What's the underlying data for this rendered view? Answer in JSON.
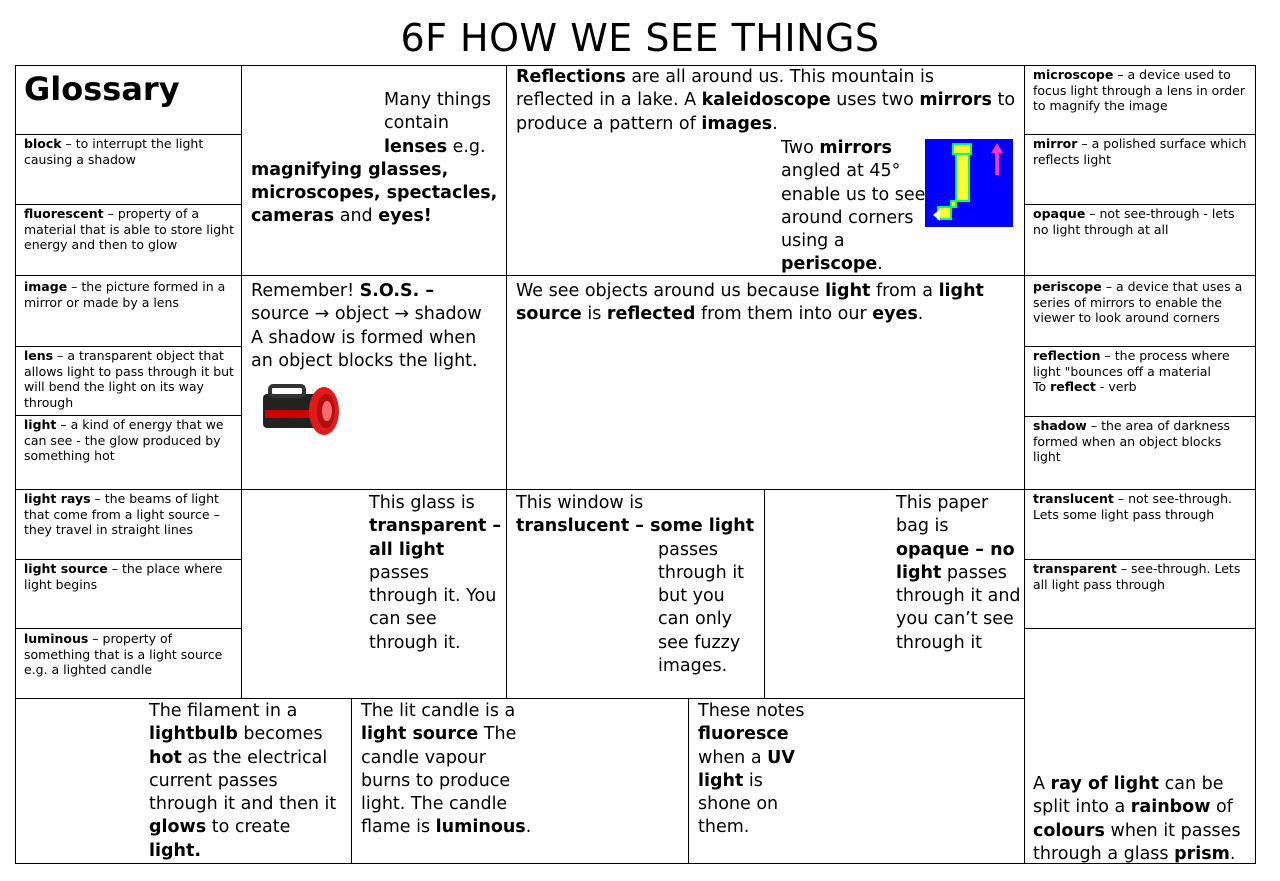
{
  "title": "6F HOW WE SEE THINGS",
  "glossary_heading": "Glossary",
  "left_glossary": [
    {
      "term": "block",
      "sep": " – ",
      "def": "to interrupt the light causing a shadow"
    },
    {
      "term": "fluorescent",
      "sep": " – ",
      "def": "property of a material that is able to store light energy and then to glow"
    },
    {
      "term": "image",
      "sep": " – ",
      "def": "the picture formed in a mirror or made by a lens"
    },
    {
      "term": "lens",
      "sep": " – ",
      "def": "a transparent object that allows light to pass through it but will bend the light on its way through"
    },
    {
      "term": "light",
      "sep": " – ",
      "def": "a kind of energy that we can see - the glow produced by something hot"
    },
    {
      "term": "light rays",
      "sep": " – ",
      "def": "the beams of light that come from a light source – they travel in straight lines"
    },
    {
      "term": "light source",
      "sep": " – ",
      "def": "the place where light begins"
    },
    {
      "term": "luminous",
      "sep": " – ",
      "def": "property of something that is a light source e.g. a lighted candle"
    }
  ],
  "right_glossary": [
    {
      "term": "microscope",
      "sep": " – ",
      "def": "a device used to focus light through a lens in order to magnify the image"
    },
    {
      "term": "mirror",
      "sep": " – ",
      "def": "a polished surface which reflects light"
    },
    {
      "term": "opaque",
      "sep": " – ",
      "def": "not see-through - lets no light through at all"
    },
    {
      "term": "periscope",
      "sep": " – ",
      "def": "a device that uses a series of mirrors to enable the viewer to look around corners"
    },
    {
      "term": "reflection",
      "sep": " – ",
      "def": "the process where light \"bounces off a material",
      "extra_pre": "To ",
      "extra_term": "reflect",
      "extra_post": " - verb"
    },
    {
      "term": "shadow",
      "sep": " – ",
      "def": "the area of darkness formed when an object blocks light"
    },
    {
      "term": "translucent",
      "sep": " – ",
      "def": "not see-through. Lets some  light pass through"
    },
    {
      "term": "transparent",
      "sep": " – ",
      "def": "see-through. Lets all light pass through"
    }
  ],
  "lenses": {
    "t1": "Many things contain ",
    "t2": "lenses",
    "t3": " e.g. ",
    "t4": "magnifying glasses, microscopes,  spectacles, cameras",
    "t5": " and ",
    "t6": "eyes!"
  },
  "reflections": {
    "t1": "Reflections",
    "t2": " are all around us. This mountain is reflected in a lake. A ",
    "t3": "kaleidoscope",
    "t4": " uses two ",
    "t5": "mirrors",
    "t6": " to produce a pattern of ",
    "t7": "images",
    "t8": "."
  },
  "periscope": {
    "t1": "Two ",
    "t2": "mirrors",
    "t3": " angled at 45° enable us to see around corners using a ",
    "t4": "periscope",
    "t5": "."
  },
  "sos": {
    "t1": "Remember! ",
    "t2": "S.O.S. –",
    "t3": "source → object → shadow",
    "t4": "A shadow is formed when an object blocks the light."
  },
  "see_objects": {
    "t1": "We see objects around us because ",
    "t2": "light",
    "t3": " from a ",
    "t4": "light source",
    "t5": " is ",
    "t6": "reflected",
    "t7": " from them into our ",
    "t8": "eyes",
    "t9": "."
  },
  "glass": {
    "t1": "This glass is ",
    "t2": "transparent – all light",
    "t3": " passes through it. You can see through it."
  },
  "window": {
    "t1": "This window is ",
    "t2": "translucent – some light",
    "t3": "passes through it but you can only see fuzzy images."
  },
  "paper_bag": {
    "t1": "This paper bag is ",
    "t2": "opaque – no light",
    "t3": " passes through it and you can’t see through it"
  },
  "filament": {
    "t1": "The filament in a ",
    "t2": "lightbulb",
    "t3": " becomes ",
    "t4": "hot",
    "t5": " as the electrical current passes through it and then it ",
    "t6": "glows",
    "t7": " to create ",
    "t8": "light."
  },
  "candle": {
    "t1": "The lit candle is a ",
    "t2": "light source",
    "t3": " The candle vapour burns to produce light. The candle flame is ",
    "t4": "luminous",
    "t5": "."
  },
  "uv_notes": {
    "t1": "These notes ",
    "t2": "fluoresce",
    "t3": " when a ",
    "t4": "UV light",
    "t5": " is shone on them."
  },
  "rainbow": {
    "t1": "A ",
    "t2": "ray of light",
    "t3": " can be split into a ",
    "t4": "rainbow",
    "t5": " of ",
    "t6": "colours",
    "t7": " when it passes through a glass ",
    "t8": "prism",
    "t9": "."
  },
  "colors": {
    "periscope_bg": "#0000ff",
    "periscope_tube": "#ffff33",
    "arrow": "#ff33cc",
    "torch_red": "#e21a1a",
    "torch_body": "#222222"
  }
}
